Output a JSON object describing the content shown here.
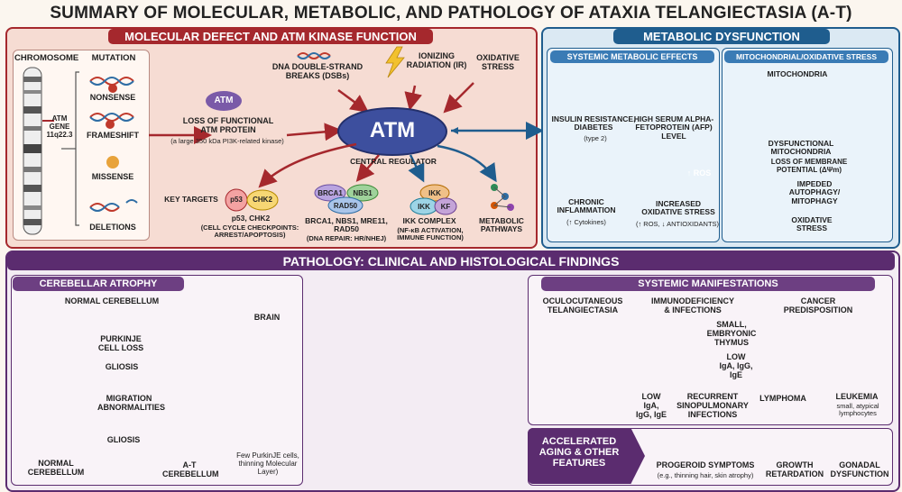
{
  "title": "SUMMARY OF MOLECULAR, METABOLIC, AND PATHOLOGY OF ATAXIA TELANGIECTASIA (A-T)",
  "colors": {
    "molecular_bg": "#f6dcd3",
    "molecular_hdr": "#a5282d",
    "metabolic_bg": "#dbe9f3",
    "metabolic_hdr": "#1f5d8e",
    "pathology_hdr": "#5b2c6f",
    "pathology_bg": "#efe3ef",
    "atm": "#3d4f9e"
  },
  "molecular": {
    "header": "MOLECULAR DEFECT AND ATM KINASE FUNCTION",
    "chromosome": "CHROMOSOME",
    "gene_label": "ATM GENE 11q22.3",
    "mutation": "MUTATION",
    "mutations": [
      "NONSENSE",
      "FRAMESHIFT",
      "MISSENSE",
      "DELETIONS"
    ],
    "atm_small": "ATM",
    "loss_title": "LOSS OF FUNCTIONAL ATM PROTEIN",
    "loss_sub": "(a large 350 kDa PI3K-related kinase)",
    "dsb": "DNA DOUBLE-STRAND BREAKS (DSBs)",
    "ir": "IONIZING RADIATION (IR)",
    "oxidative": "OXIDATIVE STRESS",
    "atm_big": "ATM",
    "central": "CENTRAL REGULATOR",
    "key_targets": "KEY TARGETS",
    "p53": "p53",
    "chk2": "CHK2",
    "p53_label": "p53, CHK2",
    "p53_sub": "(CELL CYCLE CHECKPOINTS: ARREST/APOPTOSIS)",
    "brca1": "BRCA1",
    "nbs1": "NBS1",
    "rad50": "RAD50",
    "brca_label": "BRCA1, NBS1, MRE11, RAD50",
    "brca_sub": "(DNA REPAIR: HR/NHEJ)",
    "ikk1": "IKK",
    "ikk2": "IKK",
    "kf": "KF",
    "ikk_label": "IKK COMPLEX",
    "ikk_sub": "(NF-κB ACTIVATION, IMMUNE FUNCTION)",
    "metabolic_pathways": "METABOLIC PATHWAYS"
  },
  "metabolic": {
    "header": "METABOLIC DYSFUNCTION",
    "systemic_header": "SYSTEMIC METABOLIC EFFECTS",
    "mito_header": "MITOCHONDRIAL/OXIDATIVE STRESS",
    "insulin": "INSULIN RESISTANCE, DIABETES",
    "insulin_sub": "(type 2)",
    "afp": "HIGH SERUM ALPHA-FETOPROTEIN (AFP) LEVEL",
    "inflammation": "CHRONIC INFLAMMATION",
    "inflammation_sub": "(↑ Cytokines)",
    "ros_badge": "↑ ROS",
    "oxstress": "INCREASED OXIDATIVE STRESS",
    "oxstress_sub": "(↑ ROS, ↓ ANTIOXIDANTS)",
    "mitochondria": "MITOCHONDRIA",
    "dysfunctional": "DYSFUNCTIONAL MITOCHONDRIA",
    "membrane": "LOSS OF MEMBRANE POTENTIAL (ΔΨm)",
    "autophagy": "IMPEDED AUTOPHAGY/ MITOPHAGY",
    "cycle_ox": "OXIDATIVE STRESS"
  },
  "pathology": {
    "header": "PATHOLOGY: CLINICAL AND HISTOLOGICAL FINDINGS",
    "cerebellar_header": "CEREBELLAR ATROPHY",
    "normal_cerebellum_top": "NORMAL CEREBELLUM",
    "purkinje": "PURKINJE CELL LOSS",
    "gliosis1": "GLIOSIS",
    "migration": "MIGRATION ABNORMALITIES",
    "gliosis2": "GLIOSIS",
    "normal_cerebellum_bottom": "NORMAL CEREBELLUM",
    "at_cerebellum": "A-T CEREBELLUM",
    "few_purkinje": "Few PurkinJE cells, thinning Molecular Layer)",
    "brain": "BRAIN",
    "systemic_header": "SYSTEMIC MANIFESTATIONS",
    "oculo": "OCULOCUTANEOUS TELANGIECTASIA",
    "immuno": "IMMUNODEFICIENCY & INFECTIONS",
    "thymus": "SMALL, EMBRYONIC THYMUS",
    "low1": "LOW IgA, IgG, IgE",
    "low2": "LOW IgA, IgG, IgE",
    "recurrent": "RECURRENT SINOPULMONARY INFECTIONS",
    "cancer": "CANCER PREDISPOSITION",
    "lymphoma": "LYMPHOMA",
    "leukemia": "LEUKEMIA",
    "leukemia_sub": "small, atypical lymphocytes",
    "aging": "ACCELERATED AGING & OTHER FEATURES",
    "progeroid": "PROGEROID SYMPTOMS",
    "progeroid_sub": "(e.g., thinning hair, skin atrophy)",
    "growth": "GROWTH RETARDATION",
    "gonadal": "GONADAL DYSFUNCTION"
  }
}
